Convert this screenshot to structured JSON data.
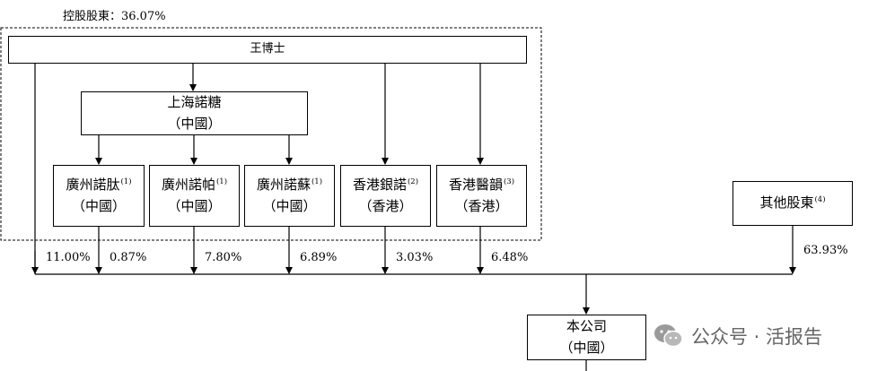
{
  "controlling_label": "控股股東：36.07%",
  "founder": "王博士",
  "shanghai": {
    "name": "上海諾糖",
    "region": "（中國）"
  },
  "subs": [
    {
      "name": "廣州諾肽",
      "note": "(1)",
      "region": "（中國）",
      "pct": "0.87%"
    },
    {
      "name": "廣州諾帕",
      "note": "(1)",
      "region": "（中國）",
      "pct": "7.80%"
    },
    {
      "name": "廣州諾蘇",
      "note": "(1)",
      "region": "（中國）",
      "pct": "6.89%"
    },
    {
      "name": "香港銀諾",
      "note": "(2)",
      "region": "（香港）",
      "pct": "3.03%"
    },
    {
      "name": "香港醫韻",
      "note": "(3)",
      "region": "（香港）",
      "pct": "6.48%"
    }
  ],
  "direct_pct": "11.00%",
  "others": {
    "name": "其他股東",
    "note": "(4)",
    "pct": "63.93%"
  },
  "company": {
    "name": "本公司",
    "region": "（中國）"
  },
  "watermark": {
    "icon": "wechat-icon",
    "text": "公众号 · 活报告"
  }
}
